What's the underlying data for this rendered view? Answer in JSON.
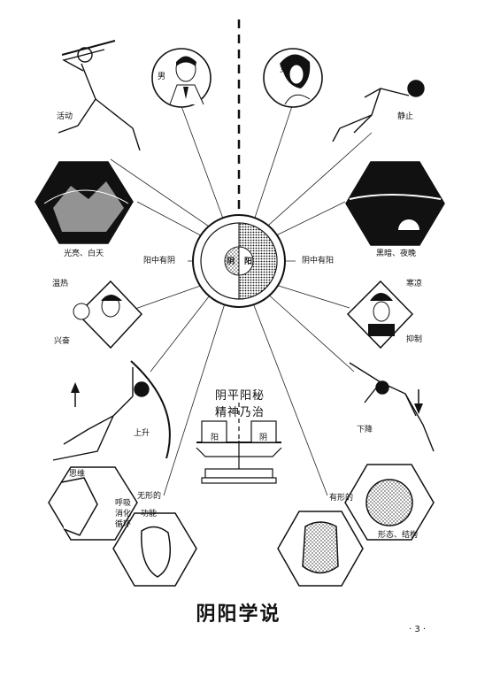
{
  "title": "阴阳学说",
  "page_number": "· 3 ·",
  "center": {
    "yin": "阴",
    "yang": "阳",
    "yin_in_yang": "阳中有阴",
    "yang_in_yin": "阴中有阳"
  },
  "motto": {
    "line1": "阴平阳秘",
    "line2": "精神乃治"
  },
  "scale": {
    "left_pan": "阳",
    "right_pan": "阴"
  },
  "labels": {
    "male": "男",
    "female": "女",
    "activity": "活动",
    "stillness": "静止",
    "bright_day": "光亮、白天",
    "dark_night": "黑暗、夜晚",
    "warm": "温热",
    "excited": "兴奋",
    "cold": "寒凉",
    "inhibit": "抑制",
    "rise": "上升",
    "fall": "下降",
    "thinking": "思维",
    "breathing": "呼吸",
    "digestion": "消化",
    "circulation": "循环",
    "formless": "无形的",
    "function": "功能",
    "formed": "有形的",
    "form_structure": "形态、结构"
  }
}
